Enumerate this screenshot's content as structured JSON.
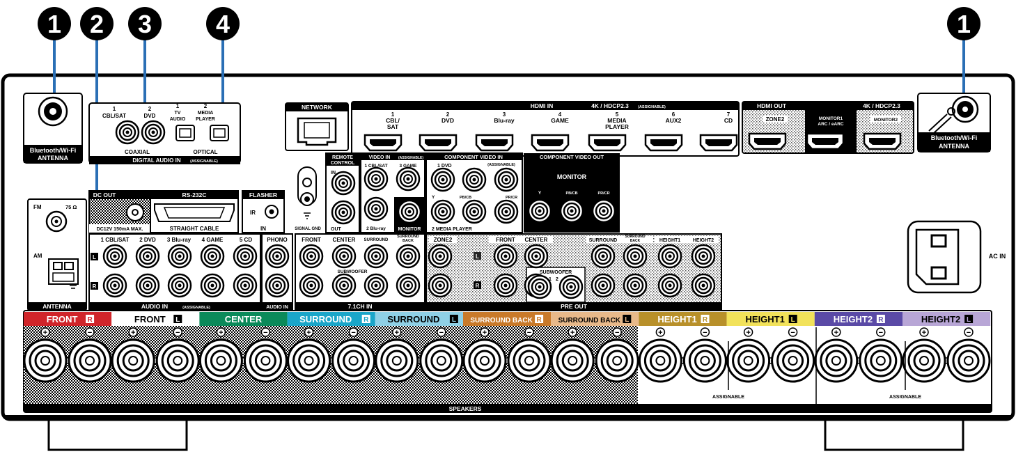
{
  "callouts": [
    "1",
    "2",
    "3",
    "4",
    "1"
  ],
  "antenna_bt": {
    "line1": "Bluetooth/Wi-Fi",
    "line2": "ANTENNA"
  },
  "digital_audio": {
    "title": "DIGITAL AUDIO IN",
    "title_sub": "(ASSIGNABLE)",
    "coaxial": "COAXIAL",
    "optical": "OPTICAL",
    "in1_num": "1",
    "in1": "CBL/SAT",
    "in2_num": "2",
    "in2": "DVD",
    "in3_num": "1",
    "in3_a": "TV",
    "in3_b": "AUDIO",
    "in4_num": "2",
    "in4_a": "MEDIA",
    "in4_b": "PLAYER"
  },
  "network": "NETWORK",
  "hdmi_in": {
    "title": "HDMI IN",
    "spec": "4K / HDCP2.3",
    "assign": "(ASSIGNABLE)",
    "inputs": [
      {
        "num": "1",
        "l1": "CBL/",
        "l2": "SAT"
      },
      {
        "num": "2",
        "l1": "DVD",
        "l2": ""
      },
      {
        "num": "3",
        "l1": "Blu-ray",
        "l2": ""
      },
      {
        "num": "4",
        "l1": "GAME",
        "l2": ""
      },
      {
        "num": "5",
        "l1": "MEDIA",
        "l2": "PLAYER"
      },
      {
        "num": "6",
        "l1": "AUX2",
        "l2": ""
      },
      {
        "num": "7",
        "l1": "CD",
        "l2": ""
      }
    ]
  },
  "hdmi_out": {
    "title": "HDMI OUT",
    "spec": "4K / HDCP2.3",
    "zone2": "ZONE2",
    "mon1a": "MONITOR1",
    "mon1b": "ARC / eARC",
    "mon2": "MONITOR2"
  },
  "dc_out": {
    "title": "DC OUT",
    "spec": "DC12V 150mA MAX."
  },
  "rs232": {
    "title": "RS-232C",
    "sub": "STRAIGHT CABLE"
  },
  "flasher": {
    "title": "FLASHER",
    "ir": "IR",
    "in": "IN"
  },
  "signal_gnd": "SIGNAL GND",
  "remote": {
    "l1": "REMOTE",
    "l2": "CONTROL",
    "in": "IN",
    "out": "OUT"
  },
  "video_in": {
    "title": "VIDEO IN",
    "assign": "(ASSIGNABLE)",
    "j1": "1 CBL/SAT",
    "j3": "3 GAME",
    "j2": "2 Blu-ray",
    "monitor": "MONITOR"
  },
  "comp_in": {
    "title": "COMPONENT VIDEO IN",
    "assign": "(ASSIGNABLE)",
    "dvd": "1  DVD",
    "y": "Y",
    "pb": "PB/CB",
    "pr": "PR/CR",
    "mp": "2  MEDIA PLAYER"
  },
  "comp_out": {
    "title": "COMPONENT VIDEO OUT",
    "monitor": "MONITOR",
    "y": "Y",
    "pb": "PB/CB",
    "pr": "PR/CR"
  },
  "antenna": {
    "fm": "FM",
    "ohm": "75 Ω",
    "am": "AM",
    "title": "ANTENNA"
  },
  "audio_in": {
    "labels": [
      "1 CBL/SAT",
      "2 DVD",
      "3 Blu-ray",
      "4 GAME",
      "5 CD"
    ],
    "title": "AUDIO IN",
    "assign": "(ASSIGNABLE)",
    "l": "L",
    "r": "R"
  },
  "phono": {
    "title": "PHONO",
    "sub": "AUDIO IN"
  },
  "ch71": {
    "front": "FRONT",
    "center": "CENTER",
    "surround": "SURROUND",
    "sb1": "SURROUND",
    "sb2": "BACK",
    "subwoofer": "SUBWOOFER",
    "title": "7.1CH IN"
  },
  "preout": {
    "zone2": "ZONE2",
    "front": "FRONT",
    "center": "CENTER",
    "surround": "SURROUND",
    "sb1": "SURROUND",
    "sb2": "BACK",
    "h1": "HEIGHT1",
    "h2": "HEIGHT2",
    "subwoofer": "SUBWOOFER",
    "sw1": "1",
    "sw2": "2",
    "title": "PRE OUT",
    "l": "L",
    "r": "R"
  },
  "ac_in": "AC IN",
  "speakers": {
    "title": "SPEAKERS",
    "assignable": "ASSIGNABLE",
    "plus": "+",
    "minus": "−",
    "channels": [
      {
        "label": "FRONT",
        "side": "R",
        "color": "#d0252a"
      },
      {
        "label": "FRONT",
        "side": "L",
        "color": "#ffffff"
      },
      {
        "label": "CENTER",
        "side": "",
        "color": "#0b8a5a"
      },
      {
        "label": "SURROUND",
        "side": "R",
        "color": "#1ba6c9"
      },
      {
        "label": "SURROUND",
        "side": "L",
        "color": "#8fd0e6"
      },
      {
        "label": "SURROUND BACK",
        "side": "R",
        "color": "#c97a2a"
      },
      {
        "label": "SURROUND BACK",
        "side": "L",
        "color": "#e8b98a"
      },
      {
        "label": "HEIGHT1",
        "side": "R",
        "color": "#b8902a"
      },
      {
        "label": "HEIGHT1",
        "side": "L",
        "color": "#f2e25a"
      },
      {
        "label": "HEIGHT2",
        "side": "R",
        "color": "#5a4aa6"
      },
      {
        "label": "HEIGHT2",
        "side": "L",
        "color": "#b8a6d6"
      }
    ]
  }
}
